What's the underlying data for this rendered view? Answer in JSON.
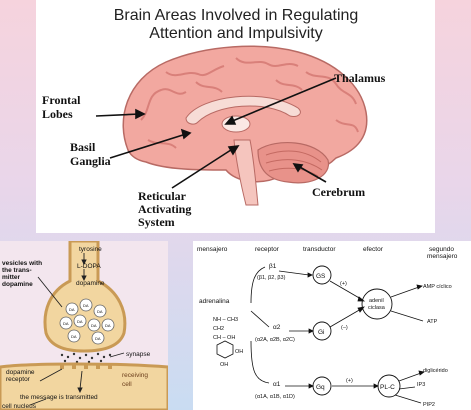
{
  "brain": {
    "title_line1": "Brain Areas Involved in Regulating",
    "title_line2": "Attention and Impulsivity",
    "labels": {
      "frontal_1": "Frontal",
      "frontal_2": "Lobes",
      "basil_1": "Basil",
      "basil_2": "Ganglia",
      "thalamus": "Thalamus",
      "reticular_1": "Reticular",
      "reticular_2": "Activating",
      "reticular_3": "System",
      "cerebrum": "Cerebrum"
    },
    "colors": {
      "cortex": "#f2a8a0",
      "gyri": "#d9807a",
      "cerebellum": "#e8928a"
    }
  },
  "dopamine": {
    "tyrosine": "tyrosine",
    "ldopa": "L-DOPA",
    "dopamine": "dopamine",
    "vesicles_1": "vesicles with",
    "vesicles_2": "the trans-",
    "vesicles_3": "mitter",
    "vesicles_4": "dopamine",
    "vesicle_mark": "DA",
    "synapse": "synapse",
    "receptor_1": "dopamine",
    "receptor_2": "receptor",
    "receiving_1": "receiving",
    "receiving_2": "cell",
    "transmitted": "the message is transmitted",
    "cell_nucleus": "cell nucleus"
  },
  "receptors": {
    "headers": {
      "mensajero": "mensajero",
      "receptor": "receptor",
      "transductor": "transductor",
      "efector": "efector",
      "segundo_1": "segundo",
      "segundo_2": "mensajero"
    },
    "adrenalina": "adrenalina",
    "beta1": "β1",
    "beta_sub": "(β1, β2, β3)",
    "alpha2": "α2",
    "alpha2_sub": "(α2A, α2B, α2C)",
    "alpha1": "α1",
    "alpha1_sub": "(α1A, α1B, α1D)",
    "gs": "GS",
    "gi": "Gi",
    "gq": "Gq",
    "adenil_1": "adenil",
    "adenil_2": "ciclasa",
    "plc": "PL-C",
    "plus": "(+)",
    "minus": "(–)",
    "amp": "AMP cíclico",
    "atp": "ATP",
    "diglic": "diglicérido",
    "ip3": "IP3",
    "pip2": "PIP2",
    "chem": {
      "oh": "OH",
      "nh": "NH – CH3",
      "ch2": "CH2",
      "choh": "CH – OH"
    }
  }
}
